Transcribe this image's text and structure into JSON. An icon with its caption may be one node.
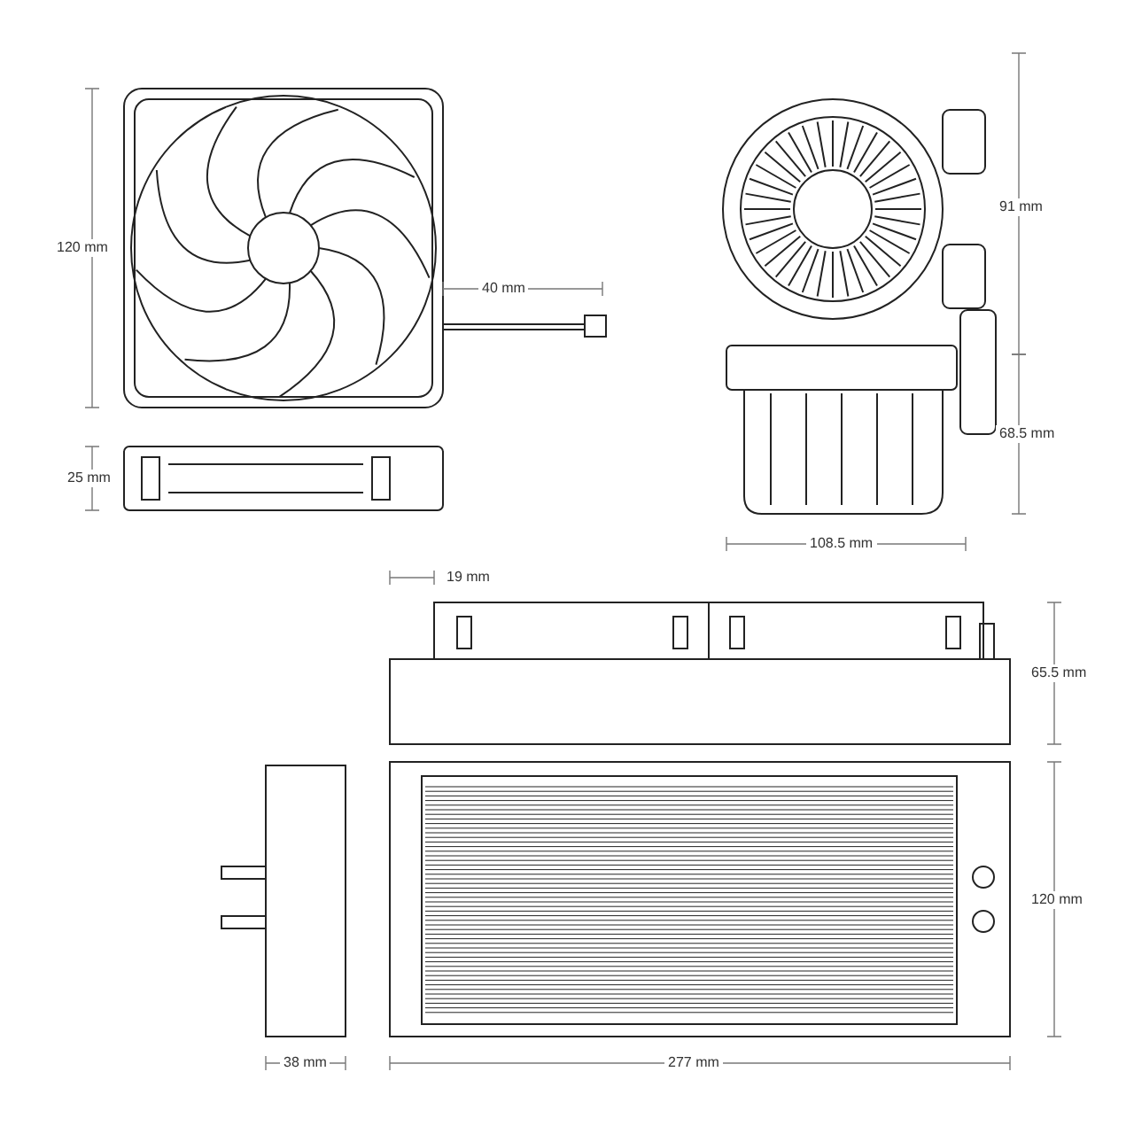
{
  "diagram": {
    "labels": [
      "91 mm",
      "120 mm",
      "40 mm",
      "68.5 mm",
      "25 mm",
      "108.5 mm",
      "19 mm",
      "65.5 mm",
      "120 mm",
      "38 mm",
      "277 mm"
    ]
  }
}
